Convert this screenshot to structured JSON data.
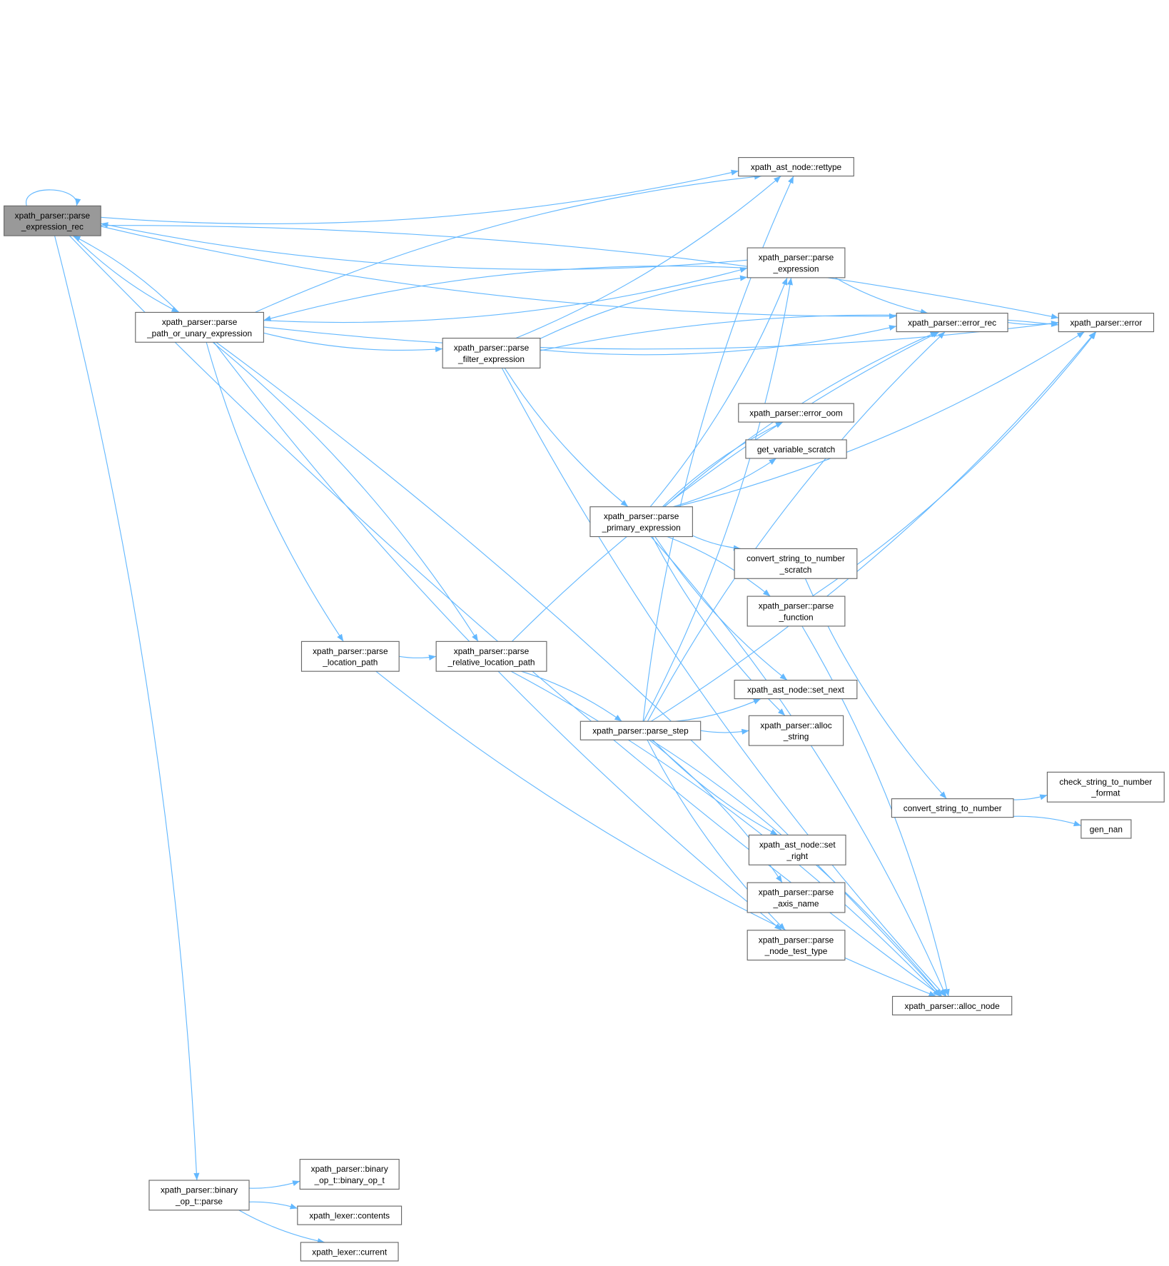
{
  "colors": {
    "edge": "#63b8ff",
    "current_node": "#999999",
    "node_border": "#666666"
  },
  "nodes": [
    {
      "id": 1,
      "lines": [
        "xpath_parser::parse",
        "_expression_rec"
      ],
      "current": true
    },
    {
      "id": 2,
      "lines": [
        "xpath_parser::parse",
        "_path_or_unary_expression"
      ]
    },
    {
      "id": 3,
      "lines": [
        "xpath_parser::parse",
        "_filter_expression"
      ]
    },
    {
      "id": 4,
      "lines": [
        "xpath_ast_node::rettype"
      ]
    },
    {
      "id": 5,
      "lines": [
        "xpath_parser::parse",
        "_expression"
      ]
    },
    {
      "id": 6,
      "lines": [
        "xpath_parser::error_rec"
      ]
    },
    {
      "id": 7,
      "lines": [
        "xpath_parser::error"
      ]
    },
    {
      "id": 8,
      "lines": [
        "xpath_parser::error_oom"
      ]
    },
    {
      "id": 9,
      "lines": [
        "get_variable_scratch"
      ]
    },
    {
      "id": 10,
      "lines": [
        "xpath_parser::parse",
        "_primary_expression"
      ]
    },
    {
      "id": 11,
      "lines": [
        "convert_string_to_number",
        "_scratch"
      ]
    },
    {
      "id": 12,
      "lines": [
        "xpath_parser::parse",
        "_function"
      ]
    },
    {
      "id": 13,
      "lines": [
        "xpath_parser::parse",
        "_location_path"
      ]
    },
    {
      "id": 14,
      "lines": [
        "xpath_parser::parse",
        "_relative_location_path"
      ]
    },
    {
      "id": 15,
      "lines": [
        "xpath_ast_node::set_next"
      ]
    },
    {
      "id": 16,
      "lines": [
        "xpath_parser::parse_step"
      ]
    },
    {
      "id": 17,
      "lines": [
        "xpath_parser::alloc",
        "_string"
      ]
    },
    {
      "id": 18,
      "lines": [
        "convert_string_to_number"
      ]
    },
    {
      "id": 19,
      "lines": [
        "check_string_to_number",
        "_format"
      ]
    },
    {
      "id": 20,
      "lines": [
        "gen_nan"
      ]
    },
    {
      "id": 21,
      "lines": [
        "xpath_ast_node::set",
        "_right"
      ]
    },
    {
      "id": 22,
      "lines": [
        "xpath_parser::parse",
        "_axis_name"
      ]
    },
    {
      "id": 23,
      "lines": [
        "xpath_parser::parse",
        "_node_test_type"
      ]
    },
    {
      "id": 24,
      "lines": [
        "xpath_parser::alloc_node"
      ]
    },
    {
      "id": 25,
      "lines": [
        "xpath_parser::binary",
        "_op_t::parse"
      ]
    },
    {
      "id": 26,
      "lines": [
        "xpath_parser::binary",
        "_op_t::binary_op_t"
      ]
    },
    {
      "id": 27,
      "lines": [
        "xpath_lexer::contents"
      ]
    },
    {
      "id": 28,
      "lines": [
        "xpath_lexer::current"
      ]
    }
  ],
  "edges": [
    [
      1,
      1
    ],
    [
      1,
      2
    ],
    [
      1,
      4
    ],
    [
      1,
      6
    ],
    [
      1,
      7
    ],
    [
      1,
      24
    ],
    [
      1,
      25
    ],
    [
      2,
      1
    ],
    [
      2,
      3
    ],
    [
      2,
      4
    ],
    [
      2,
      5
    ],
    [
      2,
      13
    ],
    [
      2,
      14
    ],
    [
      2,
      23
    ],
    [
      2,
      24
    ],
    [
      2,
      7
    ],
    [
      3,
      4
    ],
    [
      3,
      5
    ],
    [
      3,
      6
    ],
    [
      3,
      7
    ],
    [
      3,
      10
    ],
    [
      3,
      24
    ],
    [
      5,
      1
    ],
    [
      5,
      2
    ],
    [
      5,
      6
    ],
    [
      6,
      7
    ],
    [
      10,
      5
    ],
    [
      10,
      6
    ],
    [
      10,
      7
    ],
    [
      10,
      8
    ],
    [
      10,
      9
    ],
    [
      10,
      11
    ],
    [
      10,
      12
    ],
    [
      10,
      15
    ],
    [
      10,
      17
    ],
    [
      10,
      24
    ],
    [
      11,
      18
    ],
    [
      12,
      7
    ],
    [
      12,
      24
    ],
    [
      13,
      14
    ],
    [
      13,
      24
    ],
    [
      14,
      6
    ],
    [
      14,
      16
    ],
    [
      14,
      24
    ],
    [
      16,
      4
    ],
    [
      16,
      5
    ],
    [
      16,
      6
    ],
    [
      16,
      7
    ],
    [
      16,
      15
    ],
    [
      16,
      17
    ],
    [
      16,
      21
    ],
    [
      16,
      22
    ],
    [
      16,
      23
    ],
    [
      16,
      24
    ],
    [
      18,
      19
    ],
    [
      18,
      20
    ],
    [
      25,
      26
    ],
    [
      25,
      27
    ],
    [
      25,
      28
    ]
  ]
}
